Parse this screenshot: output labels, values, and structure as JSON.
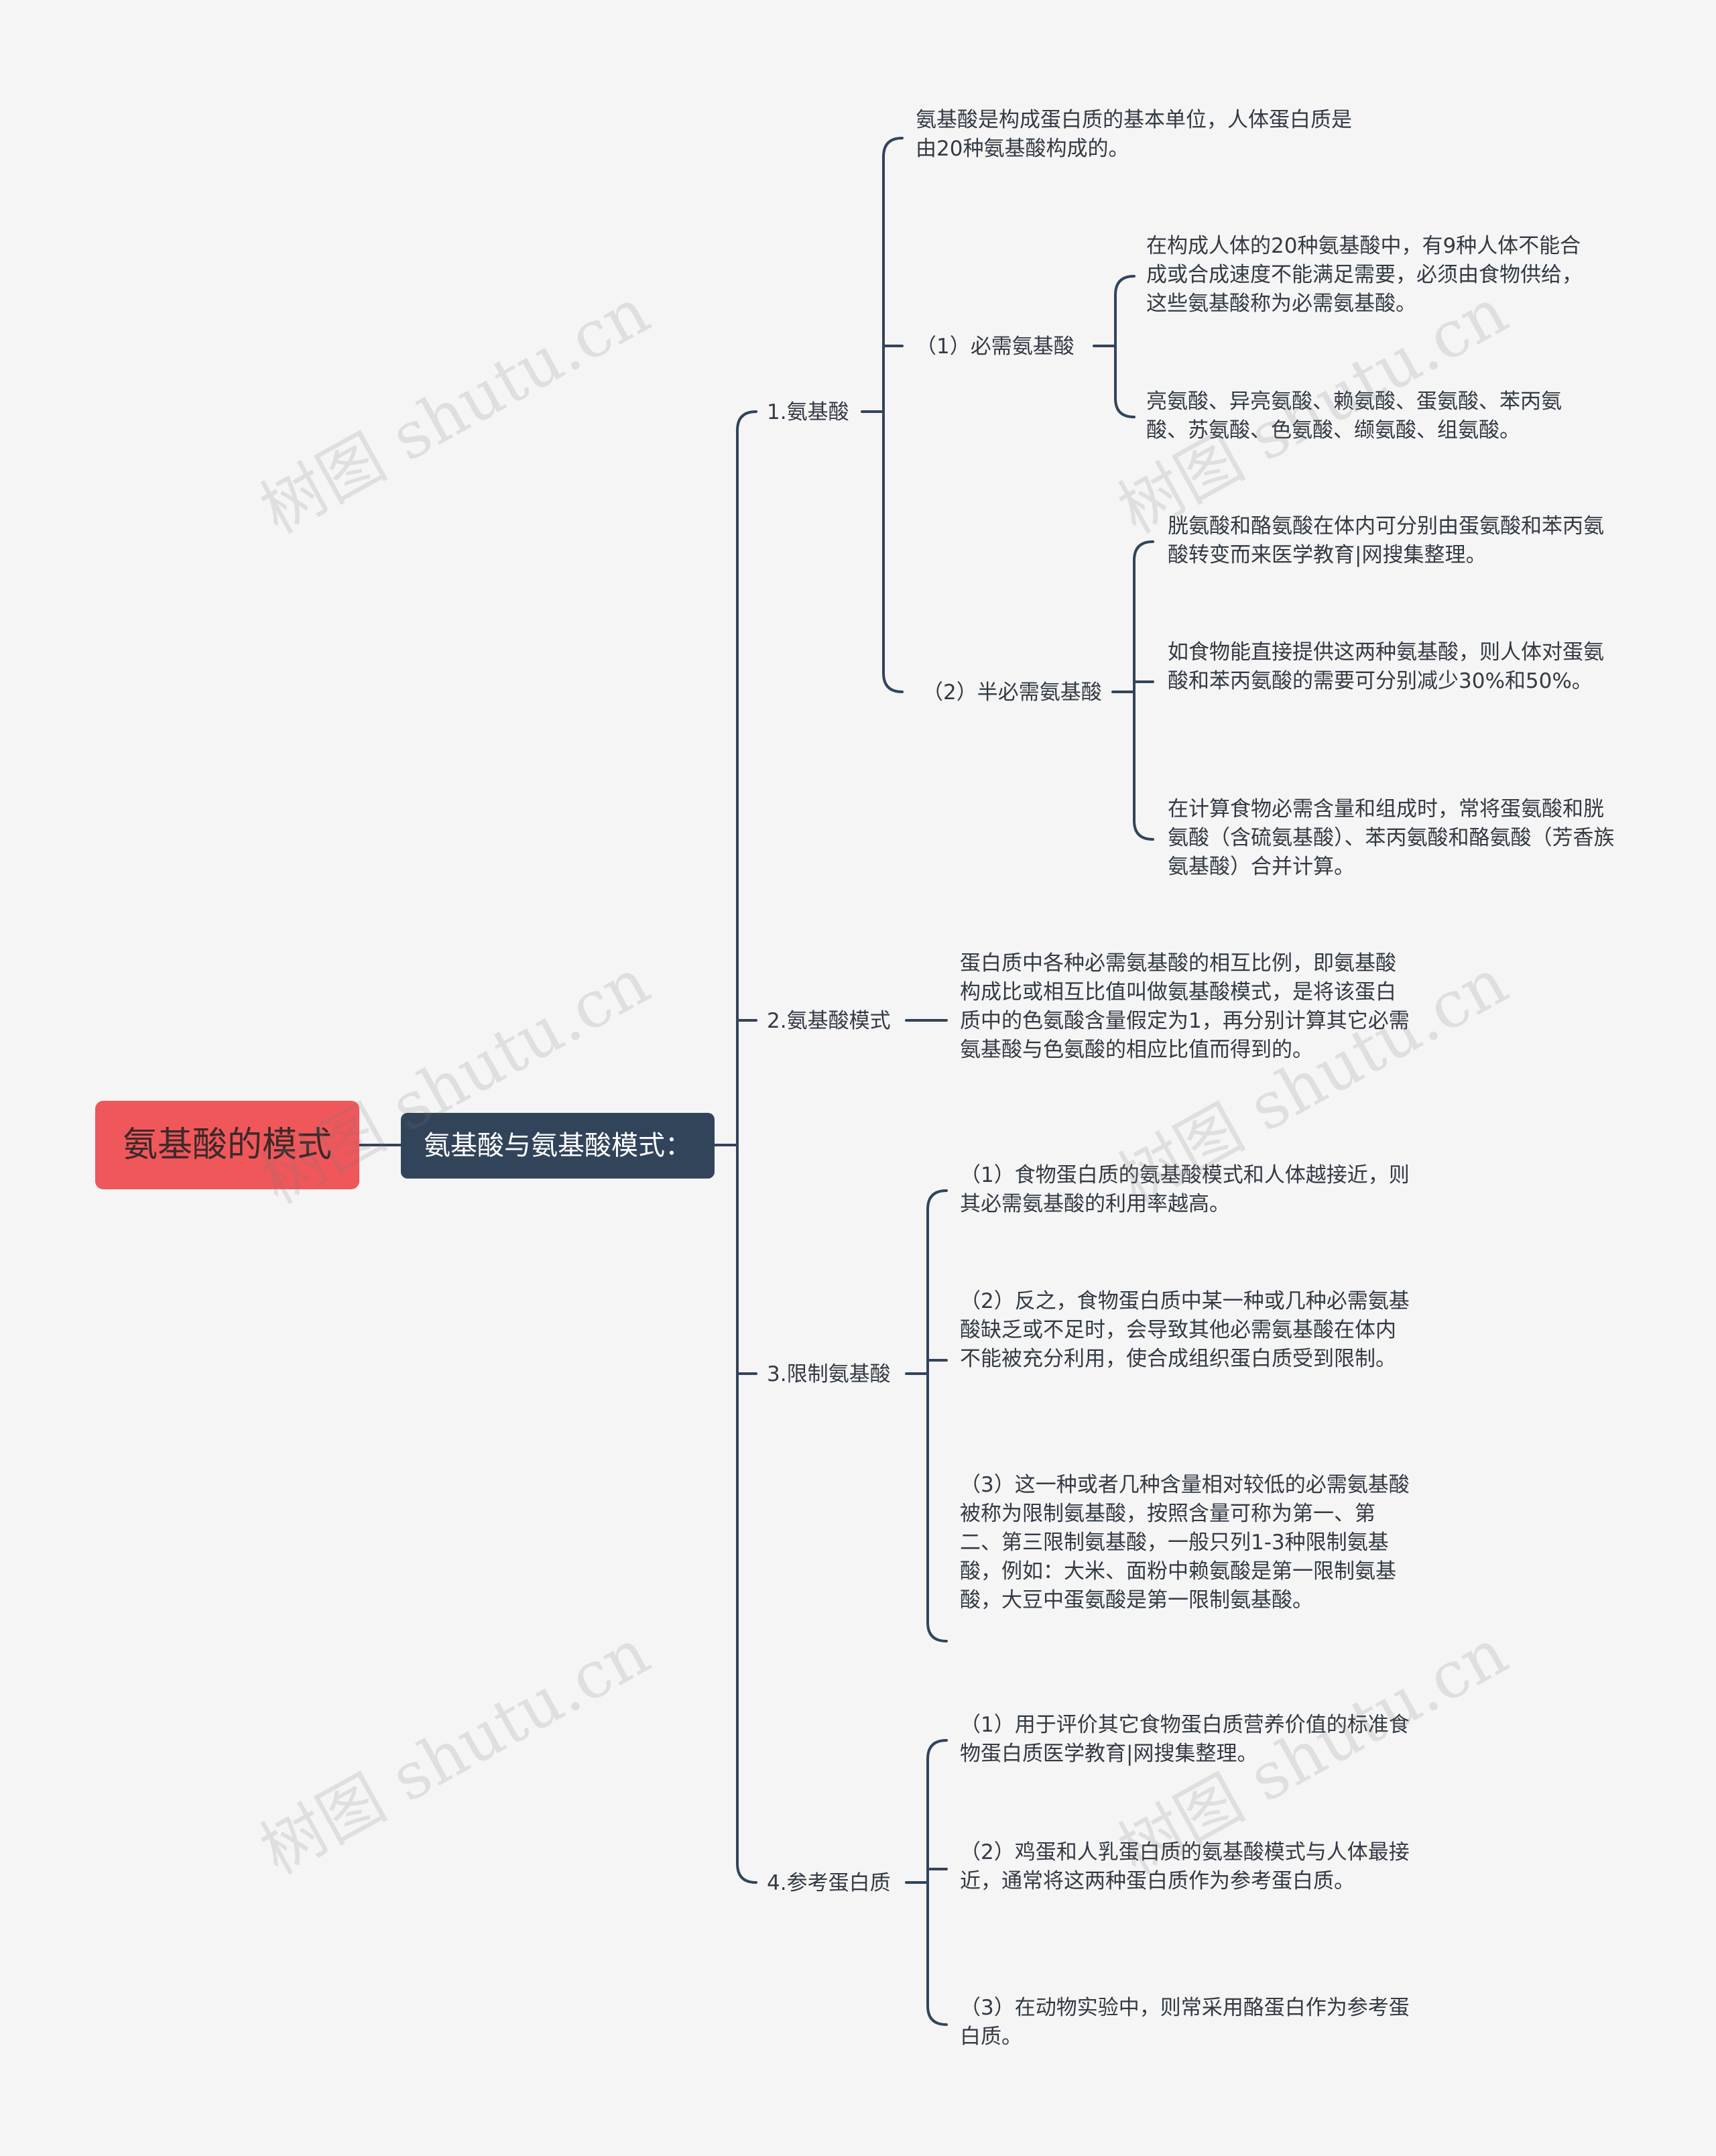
{
  "root": {
    "title": "氨基酸的模式"
  },
  "main": {
    "title": "氨基酸与氨基酸模式："
  },
  "branches": [
    {
      "label": "1.氨基酸",
      "intro": "氨基酸是构成蛋白质的基本单位，人体蛋白质是由20种氨基酸构成的。",
      "subs": [
        {
          "label": "（1）必需氨基酸",
          "leaves": [
            "在构成人体的20种氨基酸中，有9种人体不能合成或合成速度不能满足需要，必须由食物供给，这些氨基酸称为必需氨基酸。",
            "亮氨酸、异亮氨酸、赖氨酸、蛋氨酸、苯丙氨酸、苏氨酸、色氨酸、缬氨酸、组氨酸。"
          ]
        },
        {
          "label": "（2）半必需氨基酸",
          "leaves": [
            "胱氨酸和酪氨酸在体内可分别由蛋氨酸和苯丙氨酸转变而来医学教育|网搜集整理。",
            "如食物能直接提供这两种氨基酸，则人体对蛋氨酸和苯丙氨酸的需要可分别减少30%和50%。",
            "在计算食物必需含量和组成时，常将蛋氨酸和胱氨酸（含硫氨基酸）、苯丙氨酸和酪氨酸（芳香族氨基酸）合并计算。"
          ]
        }
      ]
    },
    {
      "label": "2.氨基酸模式",
      "leaves": [
        "蛋白质中各种必需氨基酸的相互比例，即氨基酸构成比或相互比值叫做氨基酸模式，是将该蛋白质中的色氨酸含量假定为1，再分别计算其它必需氨基酸与色氨酸的相应比值而得到的。"
      ]
    },
    {
      "label": "3.限制氨基酸",
      "leaves": [
        "（1）食物蛋白质的氨基酸模式和人体越接近，则其必需氨基酸的利用率越高。",
        "（2）反之，食物蛋白质中某一种或几种必需氨基酸缺乏或不足时，会导致其他必需氨基酸在体内不能被充分利用，使合成组织蛋白质受到限制。",
        "（3）这一种或者几种含量相对较低的必需氨基酸被称为限制氨基酸，按照含量可称为第一、第二、第三限制氨基酸，一般只列1-3种限制氨基酸，例如：大米、面粉中赖氨酸是第一限制氨基酸，大豆中蛋氨酸是第一限制氨基酸。"
      ]
    },
    {
      "label": "4.参考蛋白质",
      "leaves": [
        "（1）用于评价其它食物蛋白质营养价值的标准食物蛋白质医学教育|网搜集整理。",
        "（2）鸡蛋和人乳蛋白质的氨基酸模式与人体最接近，通常将这两种蛋白质作为参考蛋白质。",
        "（3）在动物实验中，则常采用酪蛋白作为参考蛋白质。"
      ]
    }
  ],
  "watermark": "树图 shutu.cn",
  "colors": {
    "line": "#32445a",
    "root_bg": "#f0575b",
    "main_bg": "#32445a",
    "background": "#f5f5f5"
  }
}
